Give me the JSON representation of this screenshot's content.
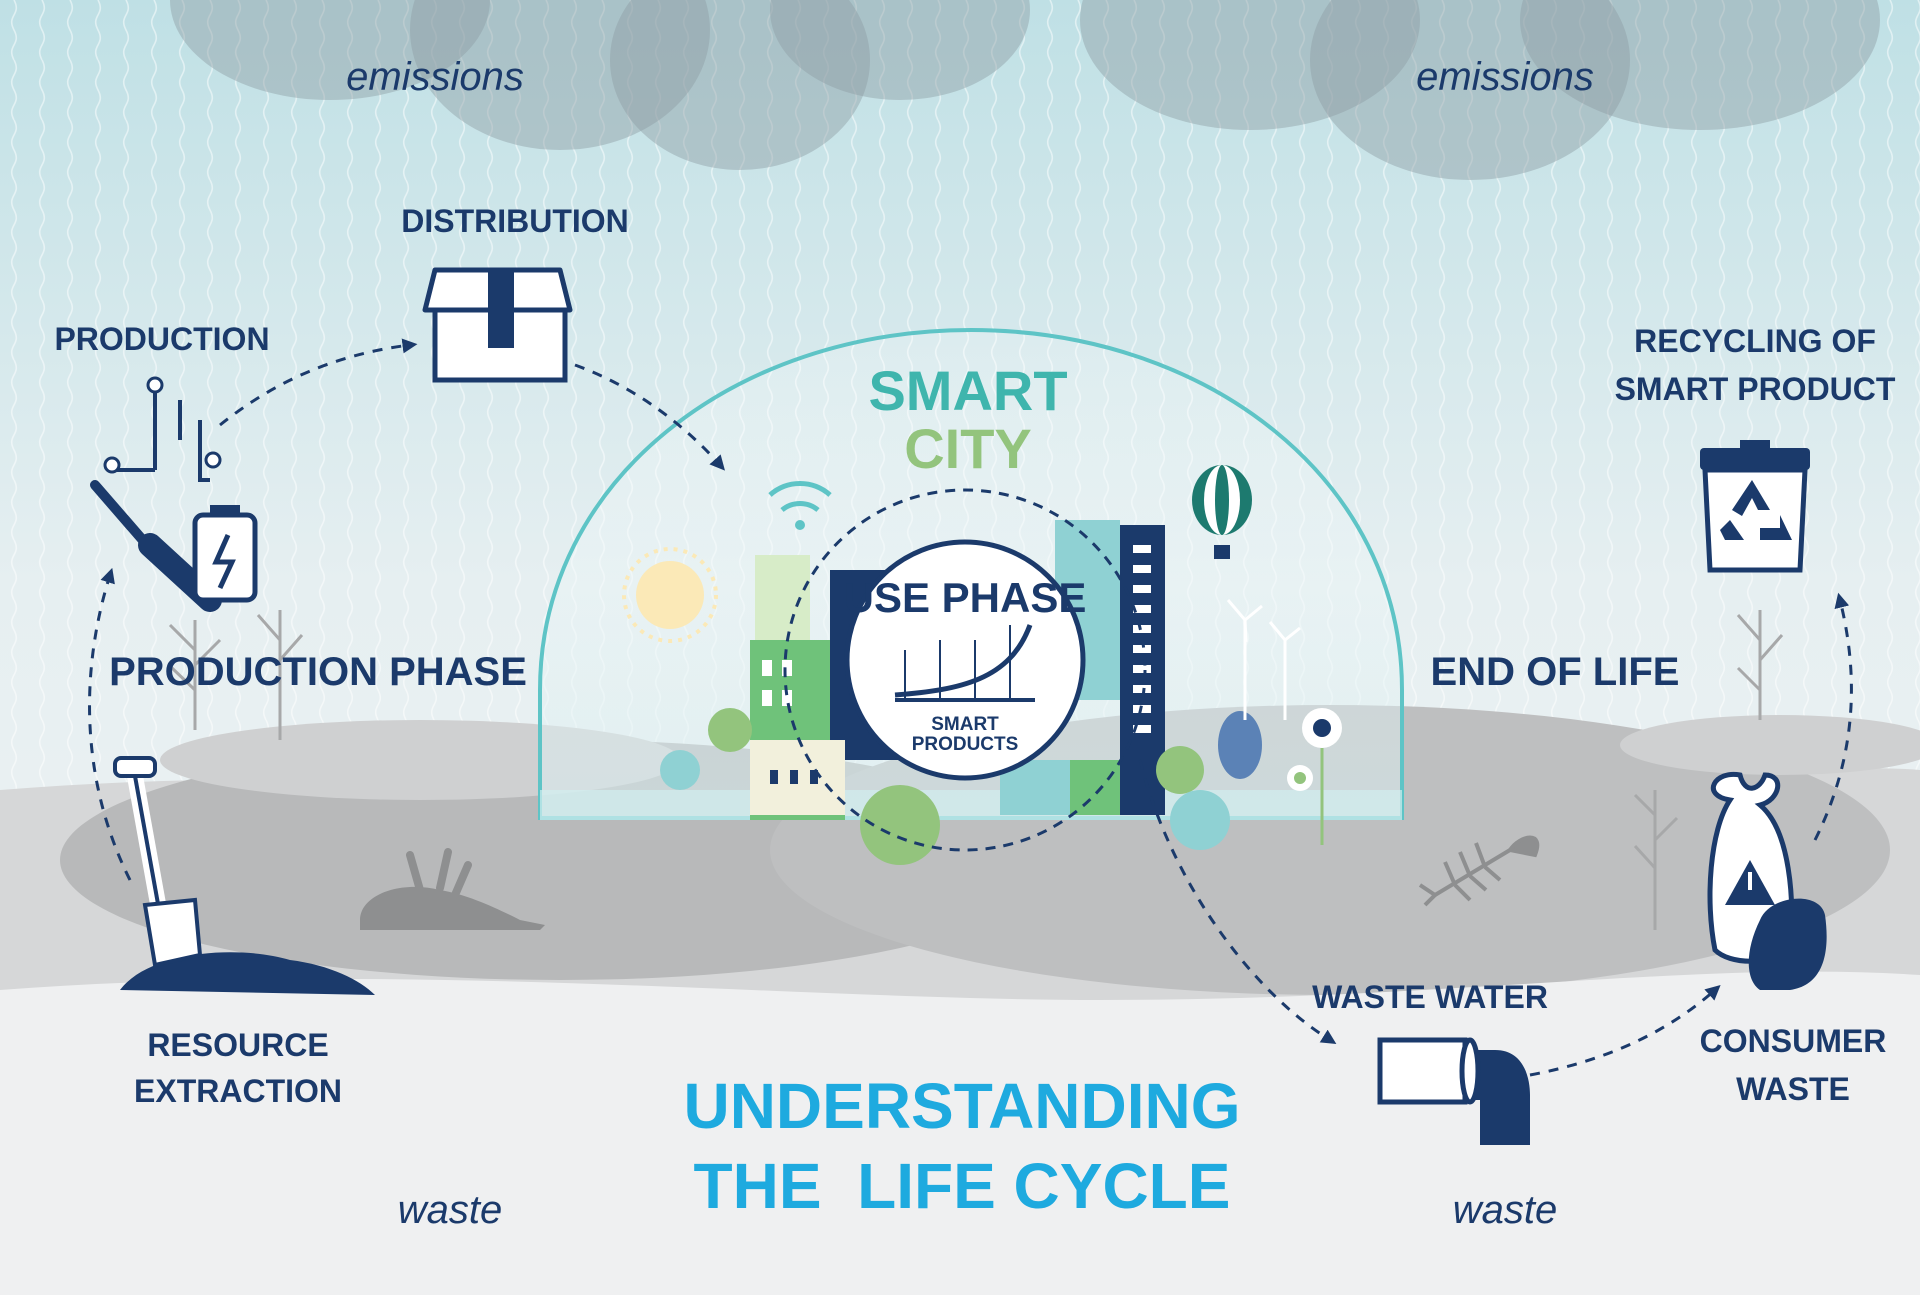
{
  "labels": {
    "emissions_left": "emissions",
    "emissions_right": "emissions",
    "distribution": "DISTRIBUTION",
    "production": "PRODUCTION",
    "recycling_line1": "RECYCLING OF",
    "recycling_line2": "SMART PRODUCT",
    "smart": "SMART",
    "city": "CITY",
    "use_phase": "USE PHASE",
    "smart_products_line1": "SMART",
    "smart_products_line2": "PRODUCTS",
    "production_phase": "PRODUCTION PHASE",
    "end_of_life": "END OF LIFE",
    "resource_line1": "RESOURCE",
    "resource_line2": "EXTRACTION",
    "waste_water": "WASTE WATER",
    "consumer_line1": "CONSUMER",
    "consumer_line2": "WASTE",
    "title_line1": "UNDERSTANDING",
    "title_line2": "THE  LIFE CYCLE",
    "waste_left": "waste",
    "waste_right": "waste"
  },
  "colors": {
    "navy": "#1b3a6b",
    "title_blue": "#1eaadf",
    "smart_teal": "#3fb5ad",
    "city_green": "#93c47d",
    "dome": "#5ec4c6",
    "grey_ground": "#c9cacb"
  },
  "icons": [
    "box-icon",
    "production-tools-icon",
    "recycling-bin-icon",
    "shovel-icon",
    "waste-pipe-icon",
    "garbage-bag-icon",
    "wifi-icon",
    "balloon-icon",
    "sun-icon",
    "fish-skeleton-icon",
    "dead-animal-icon"
  ]
}
